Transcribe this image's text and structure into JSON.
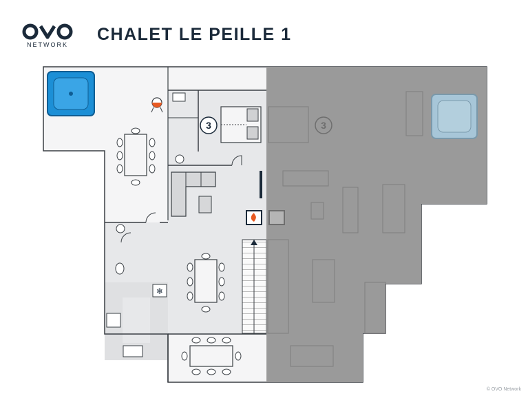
{
  "brand": {
    "name": "OVO",
    "subtitle": "NETWORK"
  },
  "title": "CHALET LE PEILLE 1",
  "rooms": {
    "bedroom_left_badge": "3",
    "bedroom_right_badge": "3"
  },
  "copyright": "© OVO Network",
  "colors": {
    "wall": "#3a3f44",
    "floor": "#e7e8ea",
    "outdoor": "#f5f5f6",
    "shade": "#9a9a9a",
    "spa": "#1c8fd6",
    "navy": "#1b2a3a"
  }
}
